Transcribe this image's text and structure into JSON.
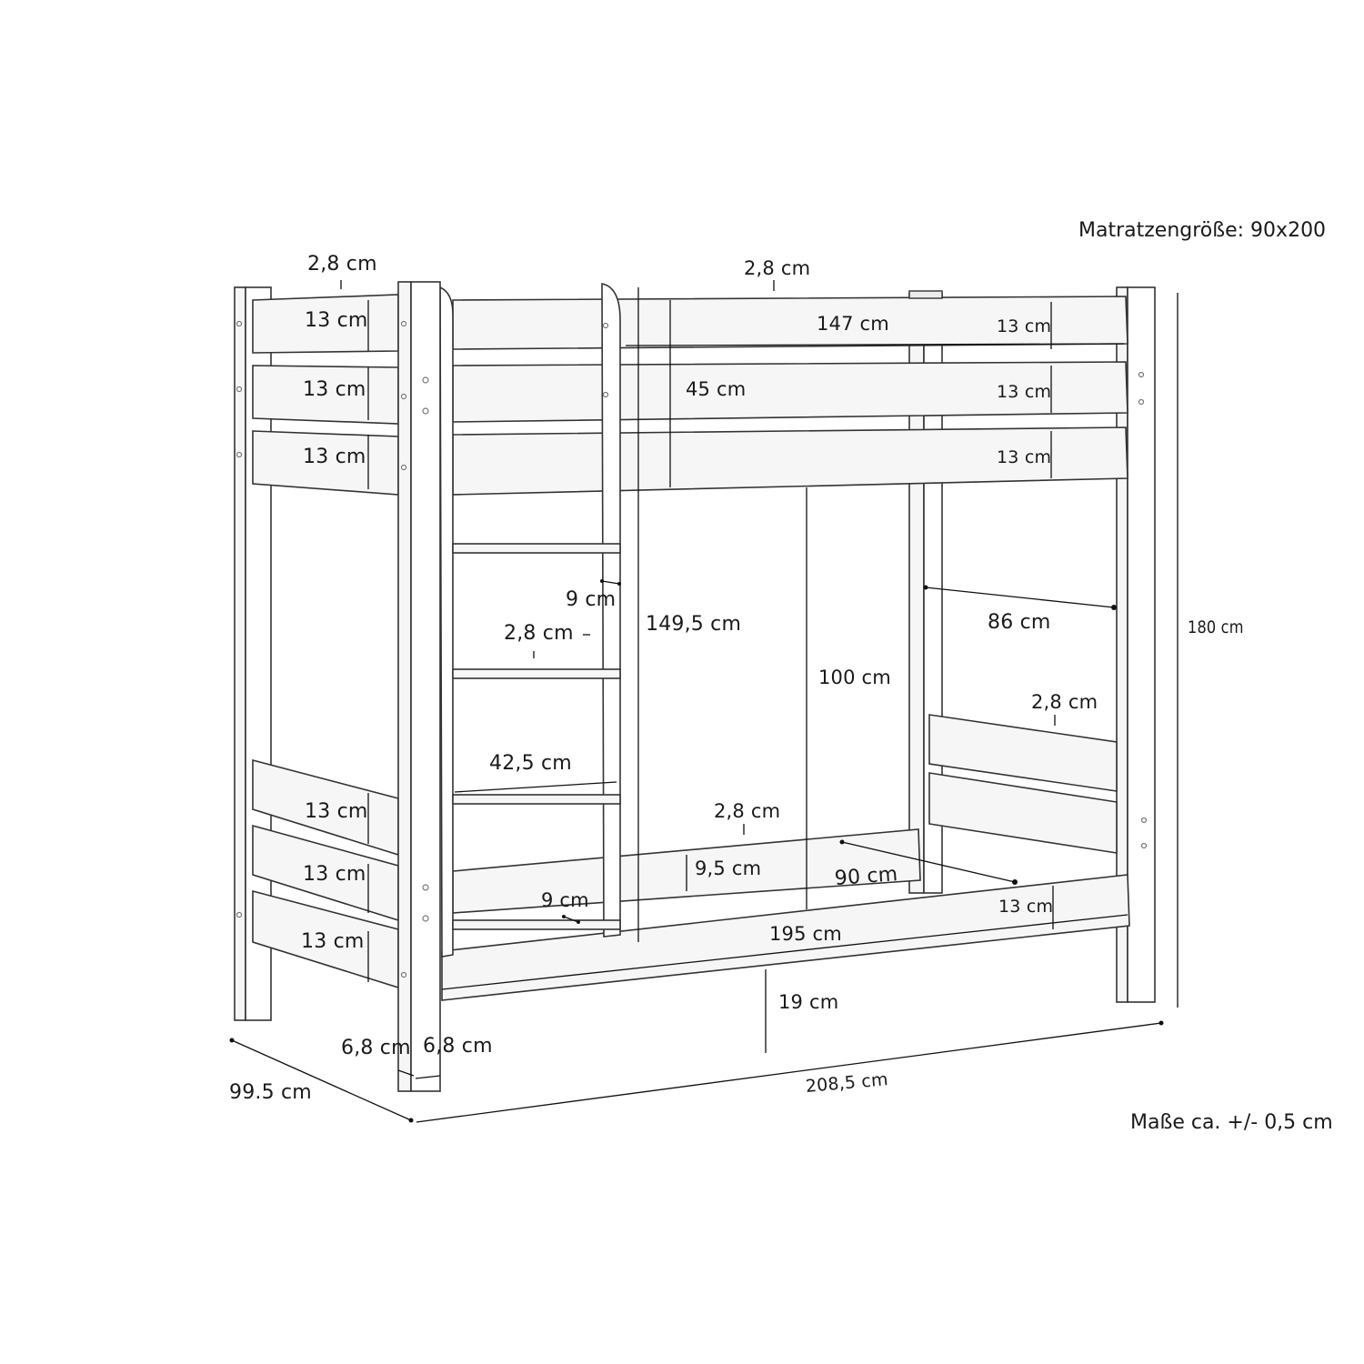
{
  "diagram": {
    "subject": "Bunk bed technical dimension drawing",
    "header_note": "Matratzengröße: 90x200",
    "footer_note": "Maße ca. +/- 0,5 cm",
    "line_color": "#333333",
    "panel_fill": "#f6f6f6",
    "background": "#ffffff"
  },
  "dimensions": {
    "top_left_rail_thickness": "2,8 cm",
    "top_left_rail_1": "13 cm",
    "top_left_rail_2": "13 cm",
    "top_left_rail_3": "13 cm",
    "top_side_rail_thickness": "2,8 cm",
    "top_inner_length": "147 cm",
    "top_right_rail_1": "13 cm",
    "top_right_rail_2": "13 cm",
    "top_right_rail_3": "13 cm",
    "guard_height": "45 cm",
    "ladder_rung_depth": "9 cm",
    "ladder_rung_thickness": "2,8 cm",
    "ladder_height": "149,5 cm",
    "ladder_width": "42,5 cm",
    "ladder_bottom_rung_depth": "9 cm",
    "lower_clearance": "100 cm",
    "inner_width_upper": "86 cm",
    "total_height": "180 cm",
    "foot_rail_thickness": "2,8 cm",
    "bottom_left_rail_1": "13 cm",
    "bottom_left_rail_2": "13 cm",
    "bottom_left_rail_3": "13 cm",
    "lower_back_rail_thickness": "2,8 cm",
    "lower_back_rail_height": "9,5 cm",
    "lower_inner_width": "90 cm",
    "lower_front_rail_height": "13 cm",
    "lower_inner_length": "195 cm",
    "floor_clearance": "19 cm",
    "post_width_a": "6,8 cm",
    "post_width_b": "6,8 cm",
    "total_width": "99.5 cm",
    "total_length": "208,5 cm"
  }
}
